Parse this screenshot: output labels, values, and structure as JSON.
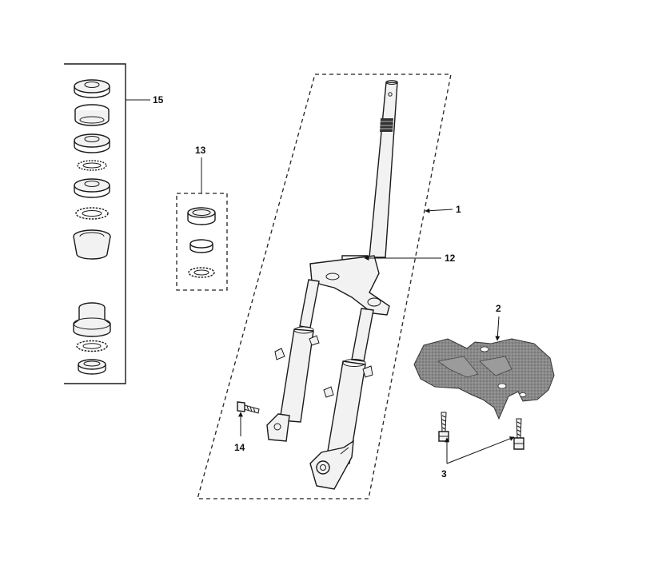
{
  "callouts": {
    "c1": "1",
    "c2": "2",
    "c3": "3",
    "c12": "12",
    "c13": "13",
    "c14": "14",
    "c15": "15"
  },
  "parts": [
    "front-fork-assembly",
    "fork-mud-guard",
    "mud-guard-bolt",
    "steering-stem-nut",
    "steering-bearing-kit",
    "axle-bolt",
    "steering-head-bearing-set"
  ],
  "colors": {
    "line": "#1a1a1a",
    "guard": "#7d7d7d",
    "background": "#ffffff"
  }
}
